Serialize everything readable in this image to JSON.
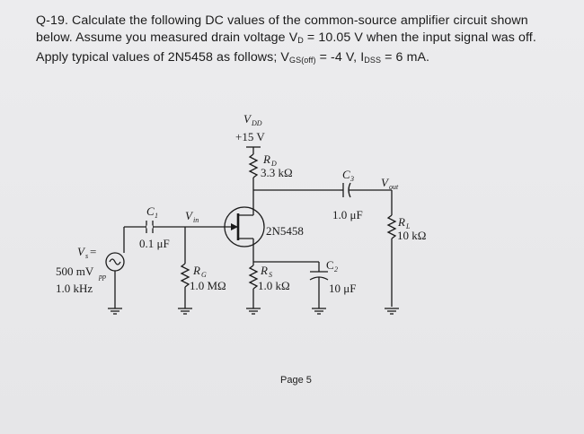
{
  "question": {
    "number": "Q-19.",
    "line1_rest": "Calculate the following DC values of the common-source amplifier circuit shown",
    "line2_a": "below. Assume you measured drain voltage V",
    "line2_sub": "D",
    "line2_b": " = 10.05 V when the input signal was off.",
    "line3_a": "Apply typical values of 2N5458 as follows; V",
    "line3_sub1": "GS(off)",
    "line3_b": " = -4 V, I",
    "line3_sub2": "DSS",
    "line3_c": " = 6 mA."
  },
  "circuit": {
    "vdd_main": "V",
    "vdd_sub": "DD",
    "vdd_value": "+15 V",
    "rd_main": "R",
    "rd_sub": "D",
    "rd_value": "3.3 kΩ",
    "c3_main": "C",
    "c3_sub": "3",
    "c3_value": "1.0 μF",
    "vout_main": "V",
    "vout_sub": "out",
    "rl_main": "R",
    "rl_sub": "L",
    "rl_value": "10 kΩ",
    "jfet": "2N5458",
    "c1_main": "C",
    "c1_sub": "1",
    "c1_value": "0.1 μF",
    "vin_main": "V",
    "vin_sub": "in",
    "vs_main": "V",
    "vs_sub": "s",
    "vs_eq": "=",
    "vs_amp": "500 mV",
    "vs_amp_sub": "pp",
    "vs_freq": "1.0 kHz",
    "rg_main": "R",
    "rg_sub": "G",
    "rg_value": "1.0 MΩ",
    "rs_main": "R",
    "rs_sub": "S",
    "rs_value": "1.0 kΩ",
    "c2_main": "C",
    "c2_sub": "2",
    "c2_value": "10 μF"
  },
  "footer": {
    "page": "Page 5"
  }
}
